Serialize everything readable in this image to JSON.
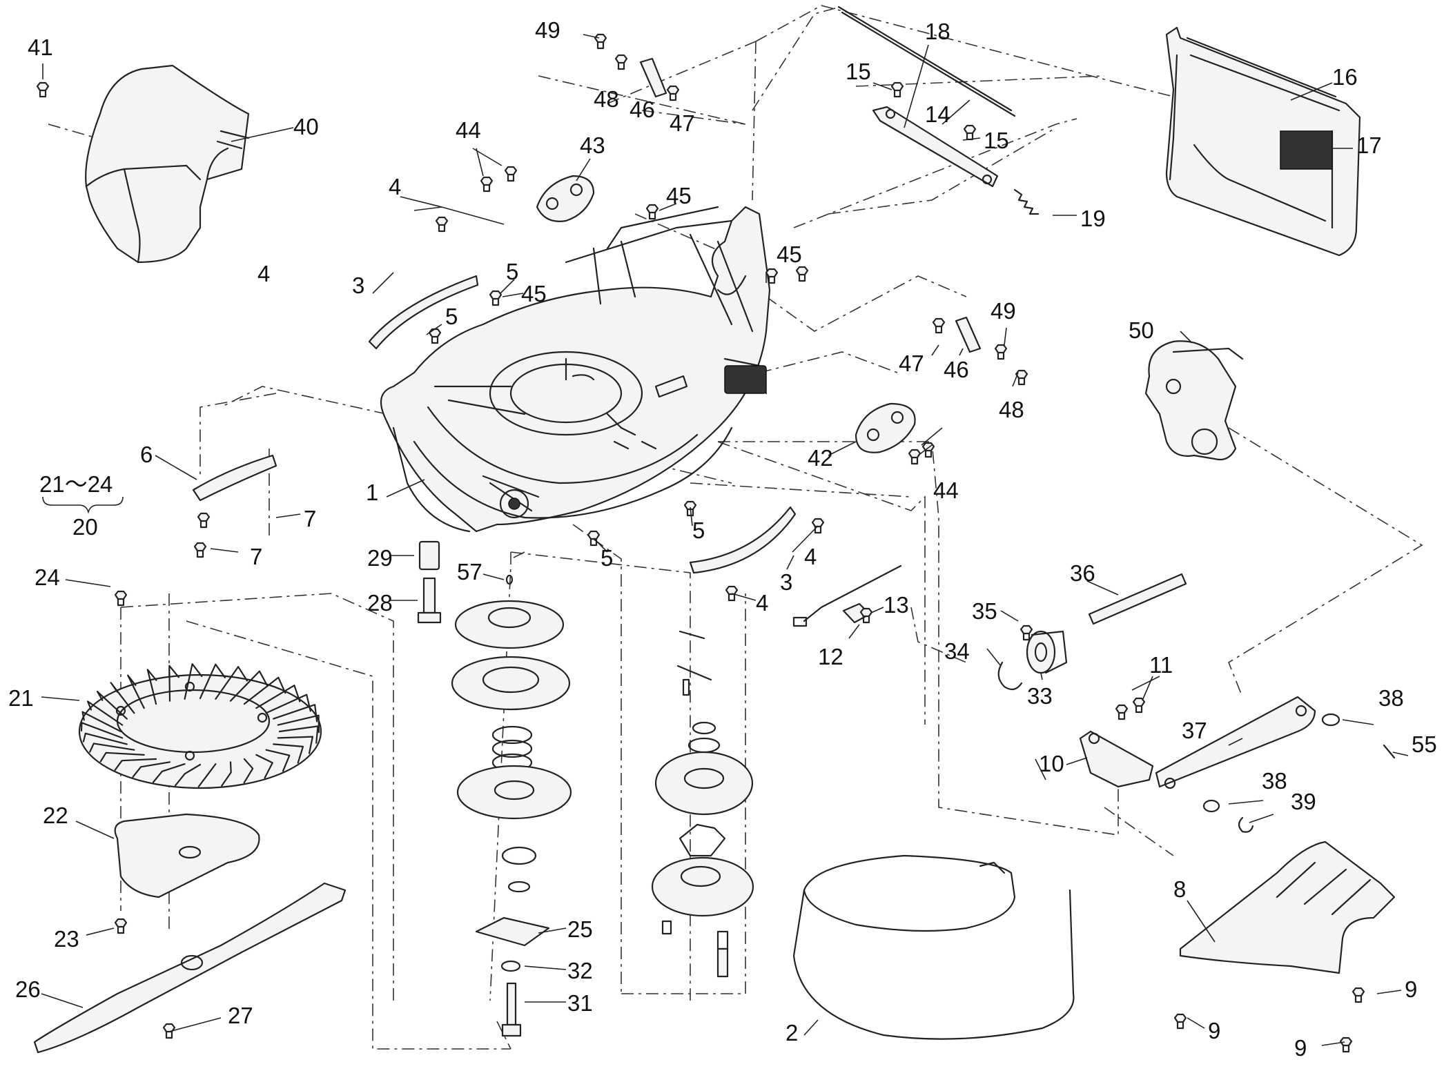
{
  "labels": {
    "p1": "1",
    "p2": "2",
    "p3a": "3",
    "p3b": "3",
    "p4a": "4",
    "p4b": "4",
    "p4c": "4",
    "p4d": "4",
    "p5a": "5",
    "p5b": "5",
    "p5c": "5",
    "p5d": "5",
    "p6": "6",
    "p7a": "7",
    "p7b": "7",
    "p8": "8",
    "p9a": "9",
    "p9b": "9",
    "p9c": "9",
    "p10": "10",
    "p11": "11",
    "p12": "12",
    "p13": "13",
    "p14": "14",
    "p15a": "15",
    "p15b": "15",
    "p16": "16",
    "p17": "17",
    "p18": "18",
    "p19": "19",
    "p20": "20",
    "p21": "21",
    "p22": "22",
    "p23": "23",
    "p24": "24",
    "p25": "25",
    "p26": "26",
    "p27": "27",
    "p28": "28",
    "p29": "29",
    "p31": "31",
    "p32": "32",
    "p33": "33",
    "p34": "34",
    "p35": "35",
    "p36": "36",
    "p37": "37",
    "p38a": "38",
    "p38b": "38",
    "p39": "39",
    "p40": "40",
    "p41": "41",
    "p42": "42",
    "p43": "43",
    "p44a": "44",
    "p44b": "44",
    "p45a": "45",
    "p45b": "45",
    "p45c": "45",
    "p46a": "46",
    "p46b": "46",
    "p47a": "47",
    "p47b": "47",
    "p48a": "48",
    "p48b": "48",
    "p49a": "49",
    "p49b": "49",
    "p50": "50",
    "p55": "55",
    "p57": "57",
    "kit": "21～24"
  },
  "icons": {
    "label_17": "hatched-rectangle-decal"
  }
}
